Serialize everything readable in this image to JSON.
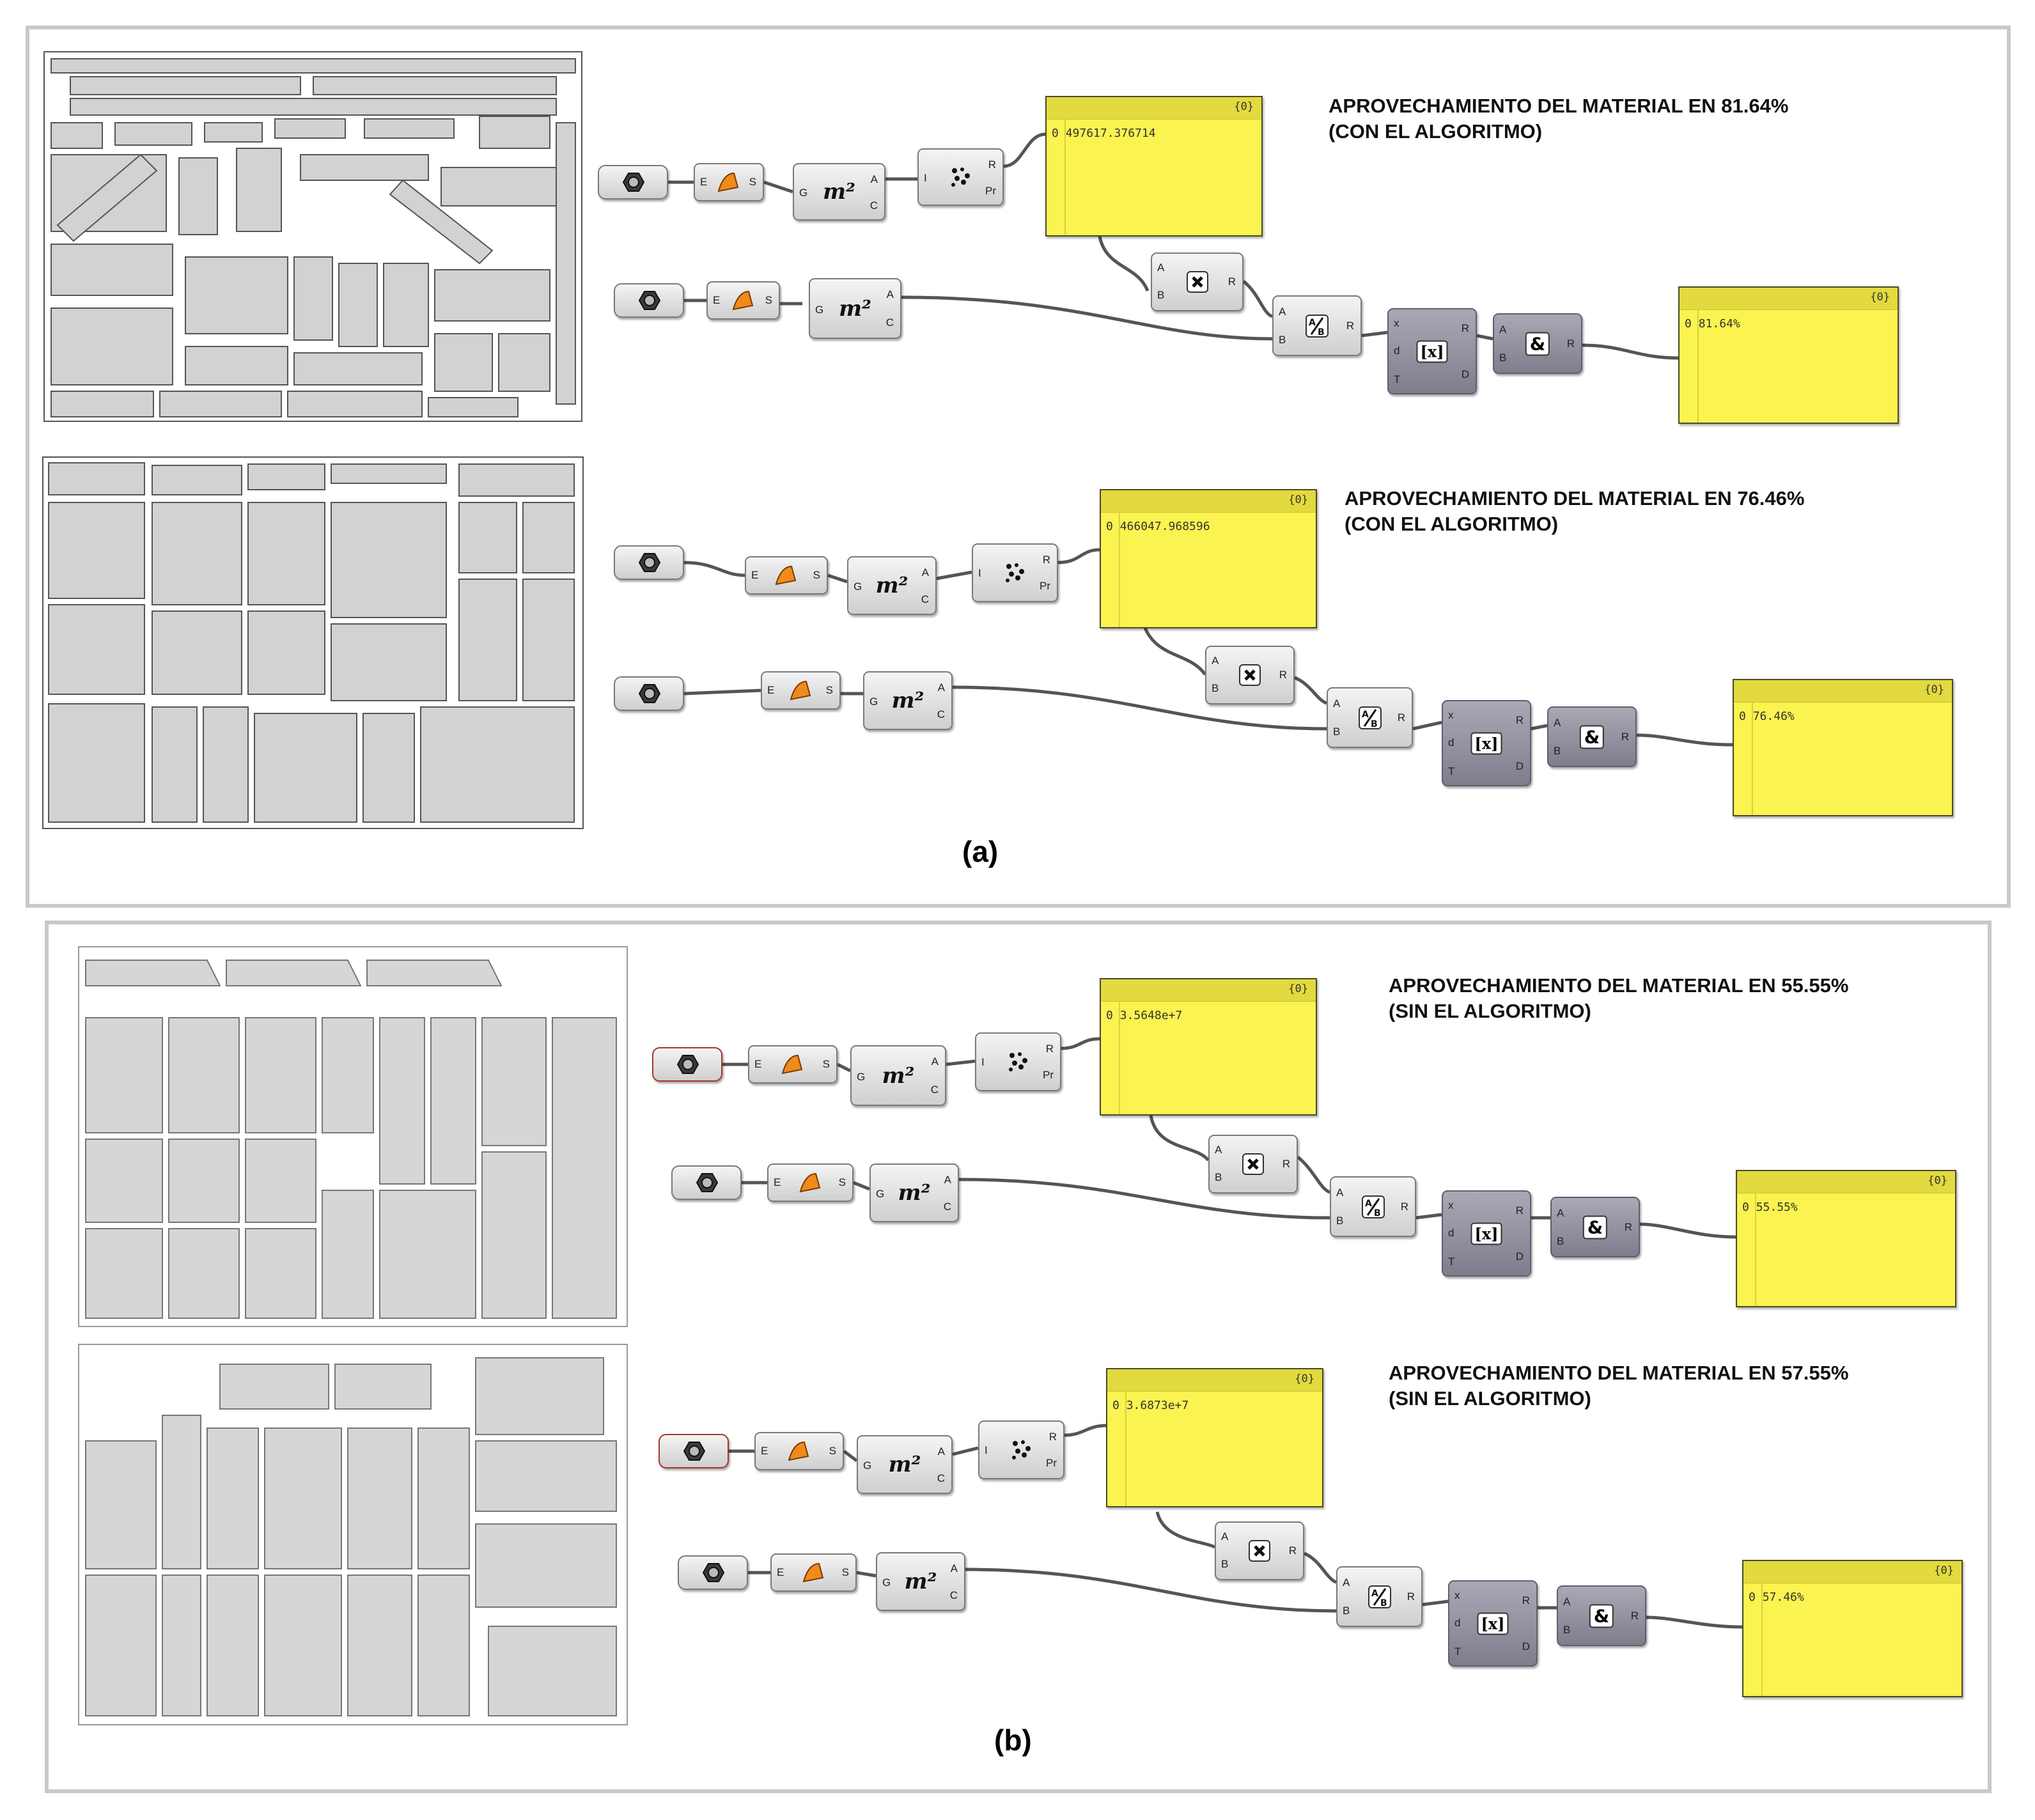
{
  "panel_a": {
    "label": "(a)",
    "rows": [
      {
        "panel_header": "{0}",
        "area_index": "0",
        "area_value": "497617.376714",
        "result_index": "0",
        "result_value": "81.64%",
        "caption_line1": "APROVECHAMIENTO DEL MATERIAL EN 81.64%",
        "caption_line2": "(CON EL ALGORITMO)"
      },
      {
        "panel_header": "{0}",
        "area_index": "0",
        "area_value": "466047.968596",
        "result_index": "0",
        "result_value": "76.46%",
        "caption_line1": "APROVECHAMIENTO DEL MATERIAL EN 76.46%",
        "caption_line2": "(CON EL ALGORITMO)"
      }
    ]
  },
  "panel_b": {
    "label": "(b)",
    "rows": [
      {
        "panel_header": "{0}",
        "area_index": "0",
        "area_value": "3.5648e+7",
        "result_index": "0",
        "result_value": "55.55%",
        "caption_line1": "APROVECHAMIENTO DEL MATERIAL EN 55.55%",
        "caption_line2": "(SIN EL ALGORITMO)"
      },
      {
        "panel_header": "{0}",
        "area_index": "0",
        "area_value": "3.6873e+7",
        "result_index": "0",
        "result_value": "57.46%",
        "caption_line1": "APROVECHAMIENTO DEL MATERIAL EN 57.55%",
        "caption_line2": "(SIN EL ALGORITMO)"
      }
    ]
  },
  "components": {
    "explode": {
      "in": "E",
      "out": "S"
    },
    "area": {
      "symbol": "m²",
      "in": "G",
      "out_a": "A",
      "out_c": "C"
    },
    "mass_addition": {
      "in": "I",
      "out_r": "R",
      "out_pr": "Pr"
    },
    "multiply": {
      "in_a": "A",
      "in_b": "B",
      "out": "R"
    },
    "division": {
      "in_a": "A",
      "in_b": "B",
      "out": "R"
    },
    "expression": {
      "in_x": "x",
      "in_d": "d",
      "in_t": "T",
      "out_r": "R",
      "out_d": "D",
      "symbol": "[x]"
    },
    "concatenate": {
      "in_a": "A",
      "in_b": "B",
      "out": "R",
      "symbol": "&"
    }
  },
  "colors": {
    "panel_yellow": "#fbf34f",
    "panel_header": "#e2da3e",
    "component_light": "#dcdcdc",
    "component_dark": "#8b8b99",
    "parameter_border_red": "#a23a2a",
    "frame_gray": "#c9c9c9"
  },
  "icons": {
    "param": "hex-nut-icon",
    "explode": "explode-curve-icon",
    "mass_addition": "dot-cluster-icon",
    "multiply": "multiply-x-icon",
    "division": "fraction-a-over-b-icon",
    "expression": "expression-x-icon",
    "concatenate": "ampersand-icon"
  }
}
